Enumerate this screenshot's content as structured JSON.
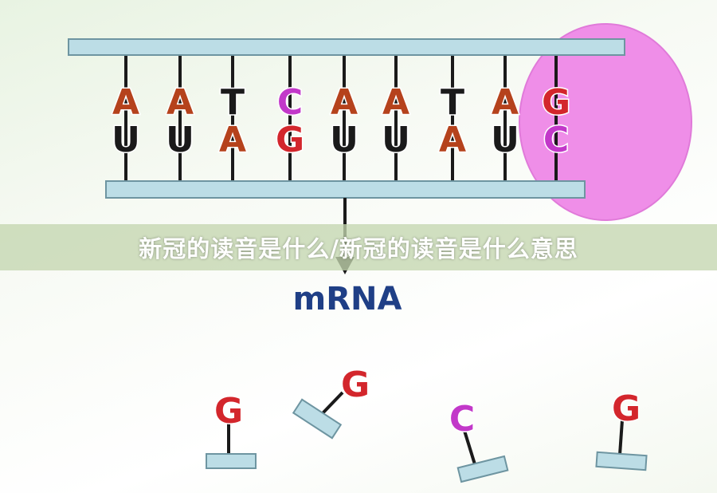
{
  "colors": {
    "A": "#b5421c",
    "T": "#1a1a1a",
    "U": "#1a1a1a",
    "C": "#c238c9",
    "G": "#d3262c",
    "strand": "#bcdde6",
    "strand_edge": "#6e95a1",
    "ribosome": "#ef8ee8",
    "mrna_label": "#1f3f86"
  },
  "diagram": {
    "top_strand": [
      "A",
      "A",
      "T",
      "C",
      "A",
      "A",
      "T",
      "A",
      "G"
    ],
    "bottom_strand": [
      "U",
      "U",
      "A",
      "G",
      "U",
      "U",
      "A",
      "U",
      "C"
    ],
    "mrna_label": "mRNA",
    "free_nucleotides": [
      "G",
      "G",
      "C",
      "G"
    ]
  },
  "caption": {
    "text": "新冠的读音是什么/新冠的读音是什么意思"
  }
}
